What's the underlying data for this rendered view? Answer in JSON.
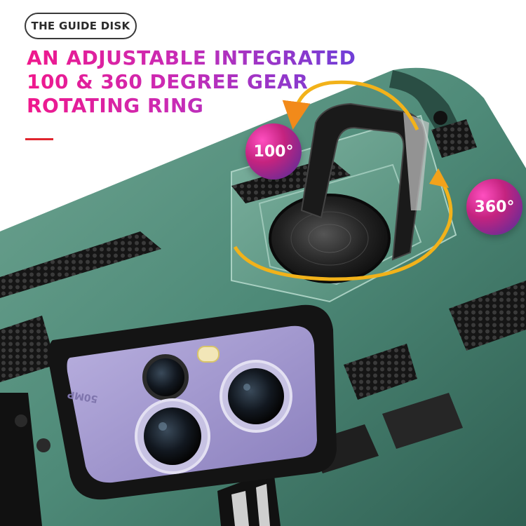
{
  "label": {
    "text": "THE GUIDE DISK"
  },
  "headline": {
    "line1": "AN ADJUSTABLE INTEGRATED",
    "line2": "100 & 360 DEGREE GEAR",
    "line3": "ROTATING RING"
  },
  "badges": {
    "left": "100°",
    "right": "360°"
  },
  "lens_text": "50MP",
  "colors": {
    "case_green": "#4e8a78",
    "case_dark": "#2f5f52",
    "phone_purple": "#9a8ec6",
    "ring_black": "#1b1b1b",
    "arrow_gold": "#f2b21a",
    "accent_red": "#e0252e"
  }
}
